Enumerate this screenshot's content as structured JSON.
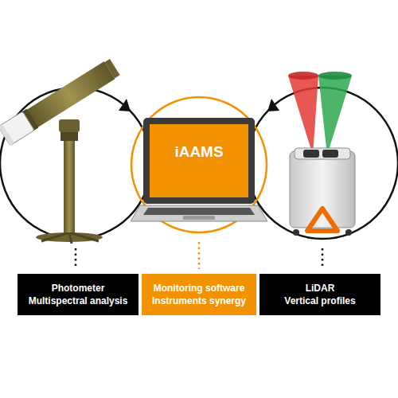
{
  "diagram": {
    "nodes": [
      {
        "text": [
          "iAAMS"
        ]
      },
      {
        "text": [
          "Photometer",
          "Multispectral analysis"
        ]
      },
      {
        "text": [
          "Monitoring software",
          "Instruments synergy"
        ]
      },
      {
        "text": [
          "LiDAR",
          "Vertical profiles"
        ]
      }
    ]
  }
}
